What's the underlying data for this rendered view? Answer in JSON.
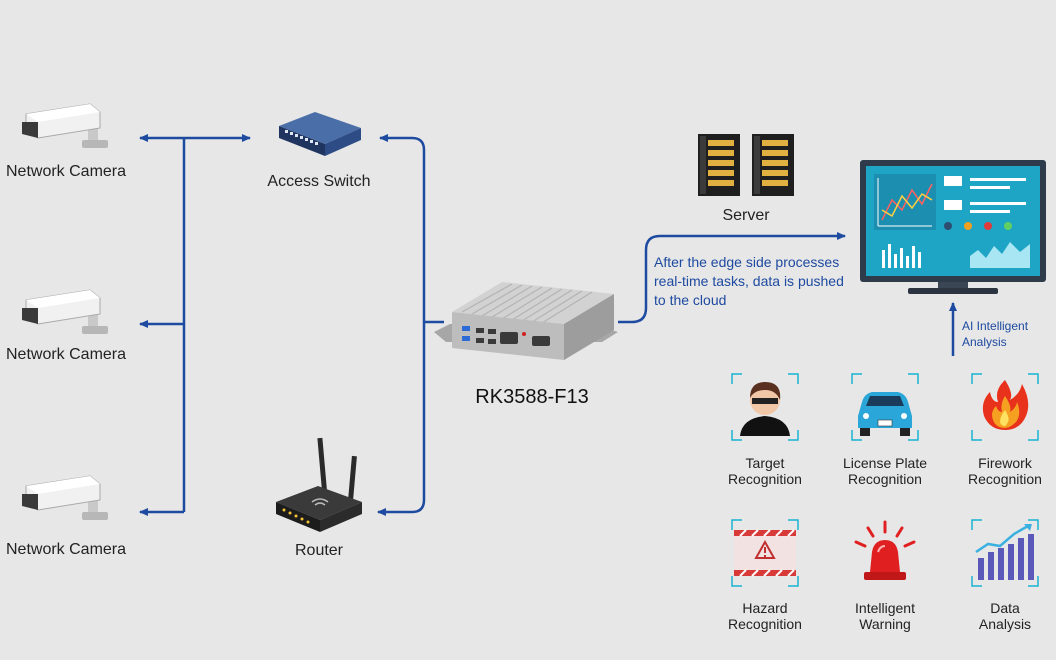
{
  "devices": {
    "camera_1": "Network Camera",
    "camera_2": "Network Camera",
    "camera_3": "Network Camera",
    "switch": "Access Switch",
    "router": "Router",
    "edge_box": "RK3588-F13",
    "server": "Server"
  },
  "notes": {
    "cloud_push_line1": "After the edge side processes",
    "cloud_push_line2": "real-time tasks, data is pushed",
    "cloud_push_line3": "to the cloud",
    "ai_line1": "AI Intelligent",
    "ai_line2": "Analysis"
  },
  "functions": [
    {
      "line1": "Target",
      "line2": "Recognition",
      "icon": "face-icon"
    },
    {
      "line1": "License Plate",
      "line2": "Recognition",
      "icon": "car-icon"
    },
    {
      "line1": "Firework",
      "line2": "Recognition",
      "icon": "fire-icon"
    },
    {
      "line1": "Hazard",
      "line2": "Recognition",
      "icon": "hazard-icon"
    },
    {
      "line1": "Intelligent",
      "line2": "Warning",
      "icon": "siren-icon"
    },
    {
      "line1": "Data",
      "line2": "Analysis",
      "icon": "bar-chart-icon"
    }
  ],
  "colors": {
    "background": "#e7e7e7",
    "connector": "#1e4aa0",
    "accent_cyan": "#19b4d2"
  }
}
